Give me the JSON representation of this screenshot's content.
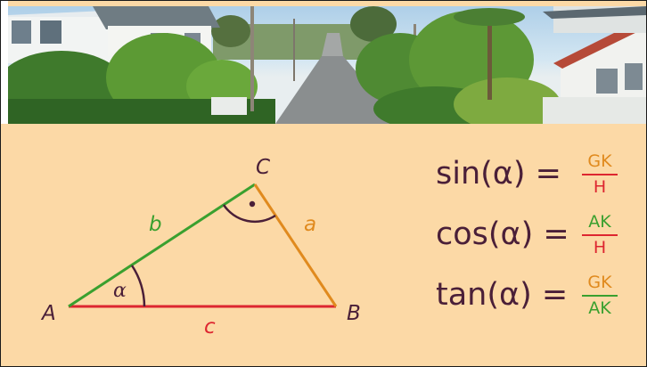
{
  "photo": {
    "description_icon": "street-photo"
  },
  "triangle": {
    "vertices": {
      "A": "A",
      "B": "B",
      "C": "C"
    },
    "sides": {
      "a": "a",
      "b": "b",
      "c": "c"
    },
    "angle": "α",
    "right_angle_marker": "right-angle-dot-icon"
  },
  "colors": {
    "background": "#fcd9a6",
    "side_a": "#e08a1e",
    "side_b": "#3aa02f",
    "side_c": "#dd2630",
    "text": "#4a1f38"
  },
  "formulas": [
    {
      "fn": "sin(α) =",
      "numerator": "GK",
      "denominator": "H"
    },
    {
      "fn": "cos(α) =",
      "numerator": "AK",
      "denominator": "H"
    },
    {
      "fn": "tan(α) =",
      "numerator": "GK",
      "denominator": "AK"
    }
  ]
}
